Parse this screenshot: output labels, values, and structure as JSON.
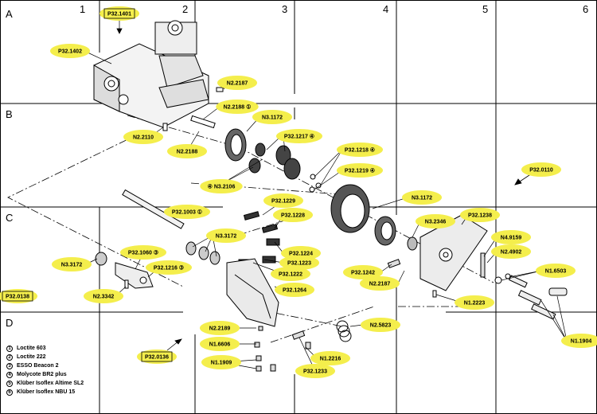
{
  "diagram": {
    "column_labels": [
      "1",
      "2",
      "3",
      "4",
      "5",
      "6"
    ],
    "row_labels": [
      "A",
      "B",
      "C",
      "D"
    ],
    "tags": [
      {
        "id": "t01",
        "text": "P32.1401"
      },
      {
        "id": "t02",
        "text": "P32.1402"
      },
      {
        "id": "t03",
        "text": "N2.2187"
      },
      {
        "id": "t04",
        "text": "N2.2188 ①"
      },
      {
        "id": "t05",
        "text": "N3.1172"
      },
      {
        "id": "t06",
        "text": "P32.1217 ④"
      },
      {
        "id": "t07",
        "text": "P32.1218 ④"
      },
      {
        "id": "t08",
        "text": "P32.1219 ④"
      },
      {
        "id": "t09",
        "text": "P32.0110"
      },
      {
        "id": "t10",
        "text": "N2.2110"
      },
      {
        "id": "t11",
        "text": "N2.2188"
      },
      {
        "id": "t12",
        "text": "④ N3.2106"
      },
      {
        "id": "t13",
        "text": "N3.1172"
      },
      {
        "id": "t14",
        "text": "P32.1003 ①"
      },
      {
        "id": "t15",
        "text": "P32.1229"
      },
      {
        "id": "t16",
        "text": "P32.1228"
      },
      {
        "id": "t17",
        "text": "N3.2346"
      },
      {
        "id": "t18",
        "text": "P32.1238"
      },
      {
        "id": "t19",
        "text": "N3.3172"
      },
      {
        "id": "t20",
        "text": "P32.1224"
      },
      {
        "id": "t21",
        "text": "N4.9159"
      },
      {
        "id": "t22",
        "text": "P32.1223"
      },
      {
        "id": "t23",
        "text": "N2.4902"
      },
      {
        "id": "t24",
        "text": "P32.1060 ③"
      },
      {
        "id": "t25",
        "text": "N3.3172"
      },
      {
        "id": "t26",
        "text": "P32.1216 ③"
      },
      {
        "id": "t27",
        "text": "P32.1222"
      },
      {
        "id": "t28",
        "text": "P32.1242"
      },
      {
        "id": "t29",
        "text": "N1.6503"
      },
      {
        "id": "t30",
        "text": "N2.2187"
      },
      {
        "id": "t31",
        "text": "P32.0138"
      },
      {
        "id": "t32",
        "text": "N2.3342"
      },
      {
        "id": "t33",
        "text": "P32.1264"
      },
      {
        "id": "t34",
        "text": "N1.2223"
      },
      {
        "id": "t35",
        "text": "N2.5823"
      },
      {
        "id": "t36",
        "text": "N2.2189"
      },
      {
        "id": "t37",
        "text": "N1.6606"
      },
      {
        "id": "t38",
        "text": "N1.1904"
      },
      {
        "id": "t39",
        "text": "P32.0136"
      },
      {
        "id": "t40",
        "text": "N1.1909"
      },
      {
        "id": "t41",
        "text": "N1.2216"
      },
      {
        "id": "t42",
        "text": "P32.1233"
      }
    ],
    "legend": [
      {
        "num": "1",
        "text": "Loctite 603"
      },
      {
        "num": "2",
        "text": "Loctite 222"
      },
      {
        "num": "3",
        "text": "ESSO Beacon 2"
      },
      {
        "num": "4",
        "text": "Molycote BR2 plus"
      },
      {
        "num": "5",
        "text": "Klüber Isoflex Altime SL2"
      },
      {
        "num": "6",
        "text": "Klüber Isoflex NBU 15"
      }
    ]
  }
}
